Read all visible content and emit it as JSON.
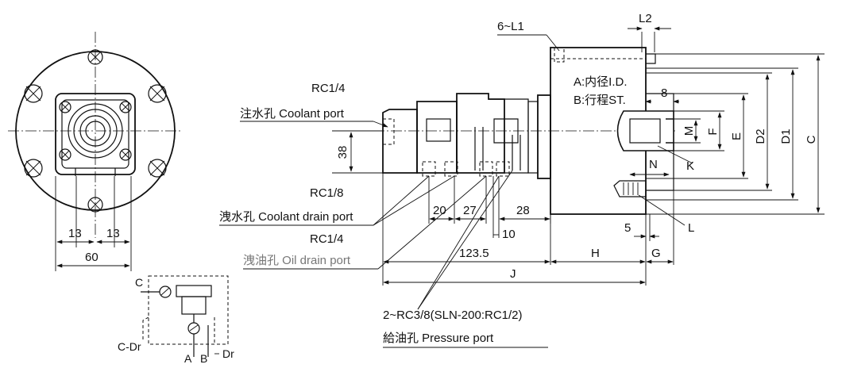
{
  "labels": {
    "rc14_top": "RC1/4",
    "coolant_port": "注水孔 Coolant port",
    "rc18": "RC1/8",
    "coolant_drain_port": "洩水孔 Coolant drain port",
    "rc14_bottom": "RC1/4",
    "oil_drain_port": "洩油孔 Oil drain port",
    "pressure_thread": "2~RC3/8(SLN-200:RC1/2)",
    "pressure_port": "給油孔 Pressure port",
    "bolt_holes": "6~L1",
    "note_a": "A:内径I.D.",
    "note_b": "B:行程ST."
  },
  "dims": {
    "d13_left": "13",
    "d13_right": "13",
    "d60": "60",
    "d38": "38",
    "d20": "20",
    "d27": "27",
    "d28": "28",
    "d10": "10",
    "d123_5": "123.5",
    "dH": "H",
    "dJ": "J",
    "dG": "G",
    "d5": "5",
    "d8": "8",
    "dL2": "L2",
    "dM": "M",
    "dF": "F",
    "dE": "E",
    "dD2": "D2",
    "dD1": "D1",
    "dC": "C",
    "dN": "N",
    "dK": "K",
    "dL": "L"
  },
  "schematic": {
    "c_label": "C",
    "cdr_label": "C-Dr",
    "a_label": "A",
    "b_label": "B",
    "dr_label": "Dr"
  }
}
